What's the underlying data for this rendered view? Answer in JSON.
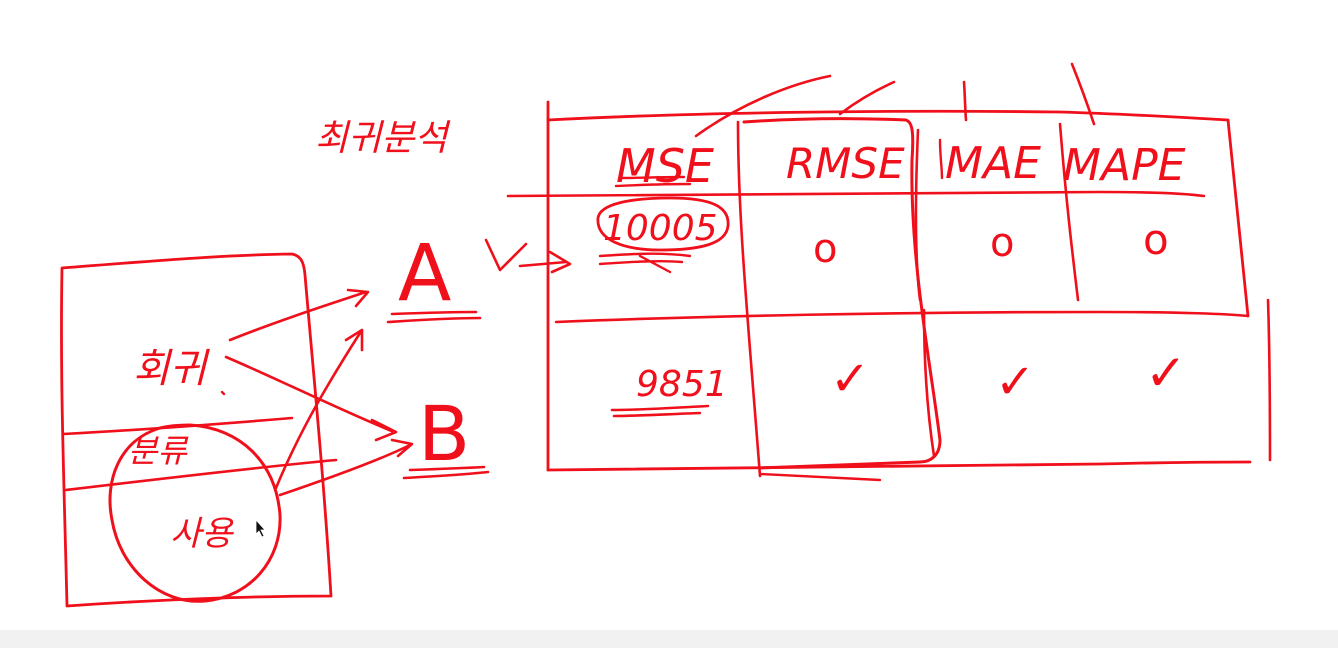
{
  "colors": {
    "ink": "#f0101c",
    "background": "#ffffff",
    "bottom_strip": "#f1f1f1"
  },
  "notes": {
    "title": "최귀분석",
    "left_box": {
      "row_top": "회귀",
      "row_mid": "분류",
      "row_bottom": "사용"
    },
    "labels": {
      "a": "A",
      "b": "B"
    },
    "table": {
      "headers": [
        "MSE",
        "RMSE",
        "MAE",
        "MAPE"
      ],
      "rows": [
        {
          "first": "10005",
          "marks": [
            "o",
            "o",
            "o"
          ]
        },
        {
          "first": "9851",
          "marks": [
            "✓",
            "✓",
            "✓"
          ]
        }
      ]
    }
  },
  "icons": {
    "cursor": "mouse-pointer-icon"
  }
}
